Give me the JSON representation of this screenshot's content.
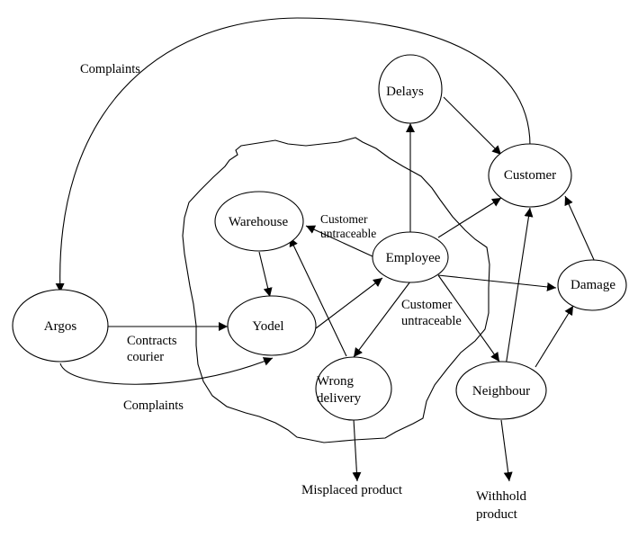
{
  "diagram": {
    "type": "causal-influence-diagram",
    "colors": {
      "line": "#000000",
      "background": "#ffffff"
    },
    "boundary": {
      "name": "organisation-boundary",
      "encloses": [
        "warehouse",
        "yodel",
        "employee",
        "wrong_delivery"
      ]
    },
    "nodes": [
      {
        "id": "argos",
        "label_lines": [
          "Argos"
        ]
      },
      {
        "id": "yodel",
        "label_lines": [
          "Yodel"
        ]
      },
      {
        "id": "warehouse",
        "label_lines": [
          "Warehouse"
        ]
      },
      {
        "id": "employee",
        "label_lines": [
          "Employee"
        ]
      },
      {
        "id": "delays",
        "label_lines": [
          "Delays"
        ]
      },
      {
        "id": "customer",
        "label_lines": [
          "Customer"
        ]
      },
      {
        "id": "damage",
        "label_lines": [
          "Damage"
        ]
      },
      {
        "id": "wrong_delivery",
        "label_lines": [
          "Wrong",
          "delivery"
        ]
      },
      {
        "id": "neighbour",
        "label_lines": [
          "Neighbour"
        ]
      }
    ],
    "terminals": [
      {
        "id": "misplaced_product",
        "label_lines": [
          "Misplaced product"
        ]
      },
      {
        "id": "withhold_product",
        "label_lines": [
          "Withhold",
          "product"
        ]
      }
    ],
    "edges": [
      {
        "from": "customer",
        "to": "argos",
        "label_lines": [
          "Complaints"
        ]
      },
      {
        "from": "argos",
        "to": "yodel",
        "label_lines": [
          "Contracts",
          "courier"
        ]
      },
      {
        "from": "argos",
        "to": "yodel",
        "label_lines": [
          "Complaints"
        ]
      },
      {
        "from": "warehouse",
        "to": "yodel",
        "label_lines": []
      },
      {
        "from": "yodel",
        "to": "employee",
        "label_lines": []
      },
      {
        "from": "employee",
        "to": "warehouse",
        "label_lines": [
          "Customer",
          "untraceable"
        ]
      },
      {
        "from": "employee",
        "to": "wrong_delivery",
        "label_lines": [
          "Customer",
          "untraceable"
        ]
      },
      {
        "from": "employee",
        "to": "delays",
        "label_lines": []
      },
      {
        "from": "employee",
        "to": "customer",
        "label_lines": []
      },
      {
        "from": "employee",
        "to": "damage",
        "label_lines": []
      },
      {
        "from": "employee",
        "to": "neighbour",
        "label_lines": []
      },
      {
        "from": "delays",
        "to": "customer",
        "label_lines": []
      },
      {
        "from": "wrong_delivery",
        "to": "warehouse",
        "label_lines": []
      },
      {
        "from": "wrong_delivery",
        "to": "misplaced_product",
        "label_lines": []
      },
      {
        "from": "neighbour",
        "to": "customer",
        "label_lines": []
      },
      {
        "from": "neighbour",
        "to": "damage",
        "label_lines": []
      },
      {
        "from": "neighbour",
        "to": "withhold_product",
        "label_lines": []
      },
      {
        "from": "damage",
        "to": "customer",
        "label_lines": []
      }
    ]
  }
}
